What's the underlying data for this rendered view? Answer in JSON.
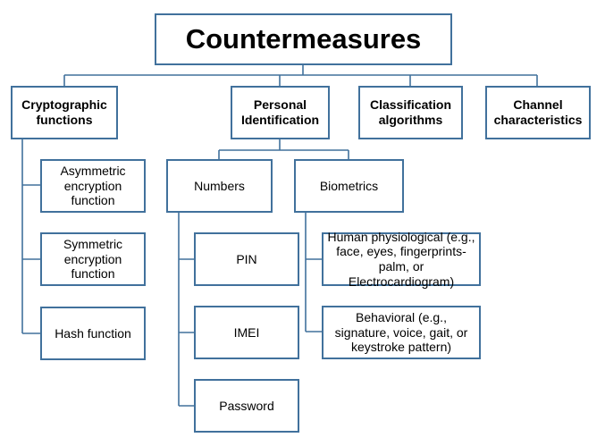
{
  "root": {
    "label": "Countermeasures"
  },
  "categories": {
    "cryptographic": {
      "label": "Cryptographic functions"
    },
    "personal_id": {
      "label": "Personal Identification"
    },
    "classification": {
      "label": "Classification algorithms"
    },
    "channel": {
      "label": "Channel characteristics"
    }
  },
  "crypto_items": [
    {
      "label": "Asymmetric encryption function"
    },
    {
      "label": "Symmetric encryption function"
    },
    {
      "label": "Hash function"
    }
  ],
  "personal_id_children": {
    "numbers": {
      "label": "Numbers"
    },
    "biometrics": {
      "label": "Biometrics"
    }
  },
  "number_items": [
    {
      "label": "PIN"
    },
    {
      "label": "IMEI"
    },
    {
      "label": "Password"
    }
  ],
  "biometric_items": [
    {
      "label": "Human physiological (e.g., face, eyes, fingerprints-palm, or Electrocardiogram)"
    },
    {
      "label": "Behavioral (e.g., signature, voice, gait, or keystroke pattern)"
    }
  ],
  "colors": {
    "border": "#41719c",
    "connector": "#41719c"
  }
}
